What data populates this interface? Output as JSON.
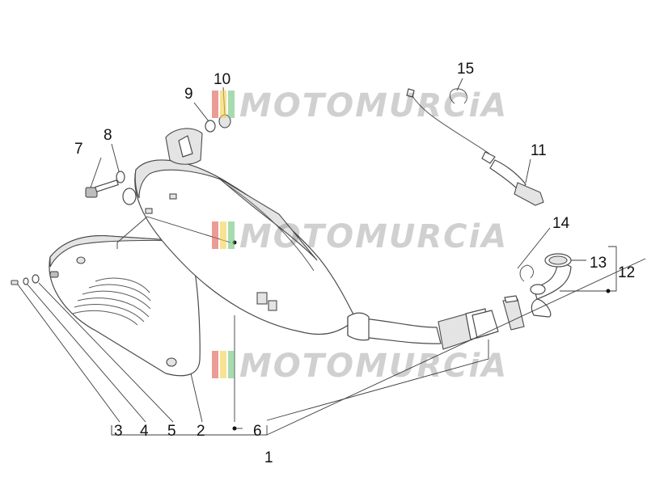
{
  "labels": {
    "l1": "1",
    "l2": "2",
    "l3": "3",
    "l4": "4",
    "l5": "5",
    "l6": "6",
    "l7": "7",
    "l8": "8",
    "l9": "9",
    "l10": "10",
    "l11": "11",
    "l12": "12",
    "l13": "13",
    "l14": "14",
    "l15": "15"
  },
  "watermark": {
    "text": "MOTOMURCiA"
  },
  "colors": {
    "stripe_red": "#e0584f",
    "stripe_yellow": "#f2d14a",
    "stripe_green": "#6cc27a",
    "line": "#4a4a4a"
  }
}
